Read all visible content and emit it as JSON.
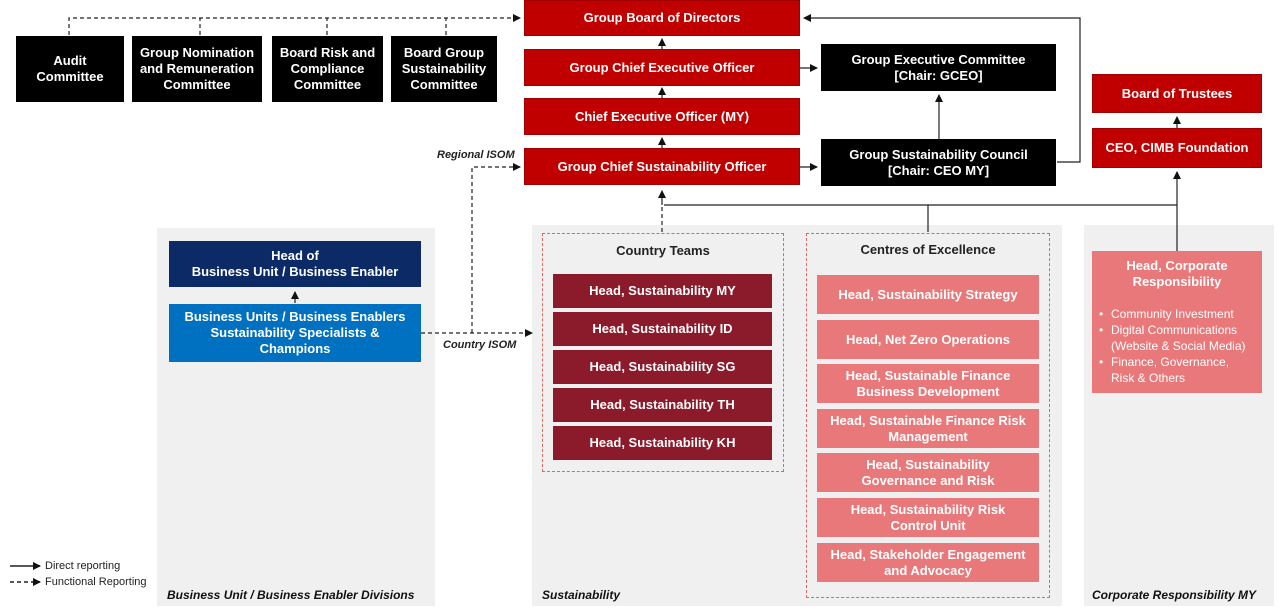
{
  "top": {
    "board": "Group Board of Directors",
    "gceo": "Group Chief Executive Officer",
    "ceo_my": "Chief Executive Officer (MY)",
    "gcso": "Group Chief Sustainability Officer",
    "exec_committee": "Group Executive Committee\n[Chair: GCEO]",
    "sustainability_council": "Group Sustainability Council\n[Chair: CEO MY]"
  },
  "committees": [
    "Audit Committee",
    "Group Nomination\nand Remuneration\nCommittee",
    "Board Risk and\nCompliance\nCommittee",
    "Board Group\nSustainability\nCommittee"
  ],
  "foundation": {
    "trustees": "Board of Trustees",
    "ceo": "CEO, CIMB Foundation"
  },
  "business_unit": {
    "head": "Head of\nBusiness Unit / Business Enabler",
    "specialists": "Business Units / Business Enablers\nSustainability Specialists &\nChampions",
    "panel_label": "Business Unit / Business Enabler Divisions"
  },
  "notes": {
    "regional": "Regional ISOM",
    "country": "Country ISOM"
  },
  "sustainability": {
    "panel_label": "Sustainability",
    "country_teams_title": "Country Teams",
    "country_teams": [
      "Head, Sustainability MY",
      "Head, Sustainability ID",
      "Head, Sustainability SG",
      "Head, Sustainability TH",
      "Head, Sustainability KH"
    ],
    "coe_title": "Centres of Excellence",
    "coe": [
      "Head, Sustainability Strategy",
      "Head, Net Zero Operations",
      "Head, Sustainable Finance\nBusiness Development",
      "Head, Sustainable Finance Risk\nManagement",
      "Head, Sustainability\nGovernance and Risk",
      "Head, Sustainability Risk\nControl Unit",
      "Head, Stakeholder Engagement\nand Advocacy"
    ]
  },
  "corporate_responsibility": {
    "panel_label": "Corporate Responsibility MY",
    "head": "Head, Corporate\nResponsibility",
    "items": [
      "Community Investment",
      "Digital Communications\n(Website & Social Media)",
      "Finance, Governance,\nRisk & Others"
    ]
  },
  "legend": {
    "direct": "Direct reporting",
    "functional": "Functional Reporting"
  },
  "colors": {
    "red": "#c00000",
    "black": "#000000",
    "navy": "#0b2a66",
    "blue": "#0070c0",
    "maroon": "#8b1a2b",
    "pink": "#e8787a",
    "panel": "#f0f0f0"
  }
}
